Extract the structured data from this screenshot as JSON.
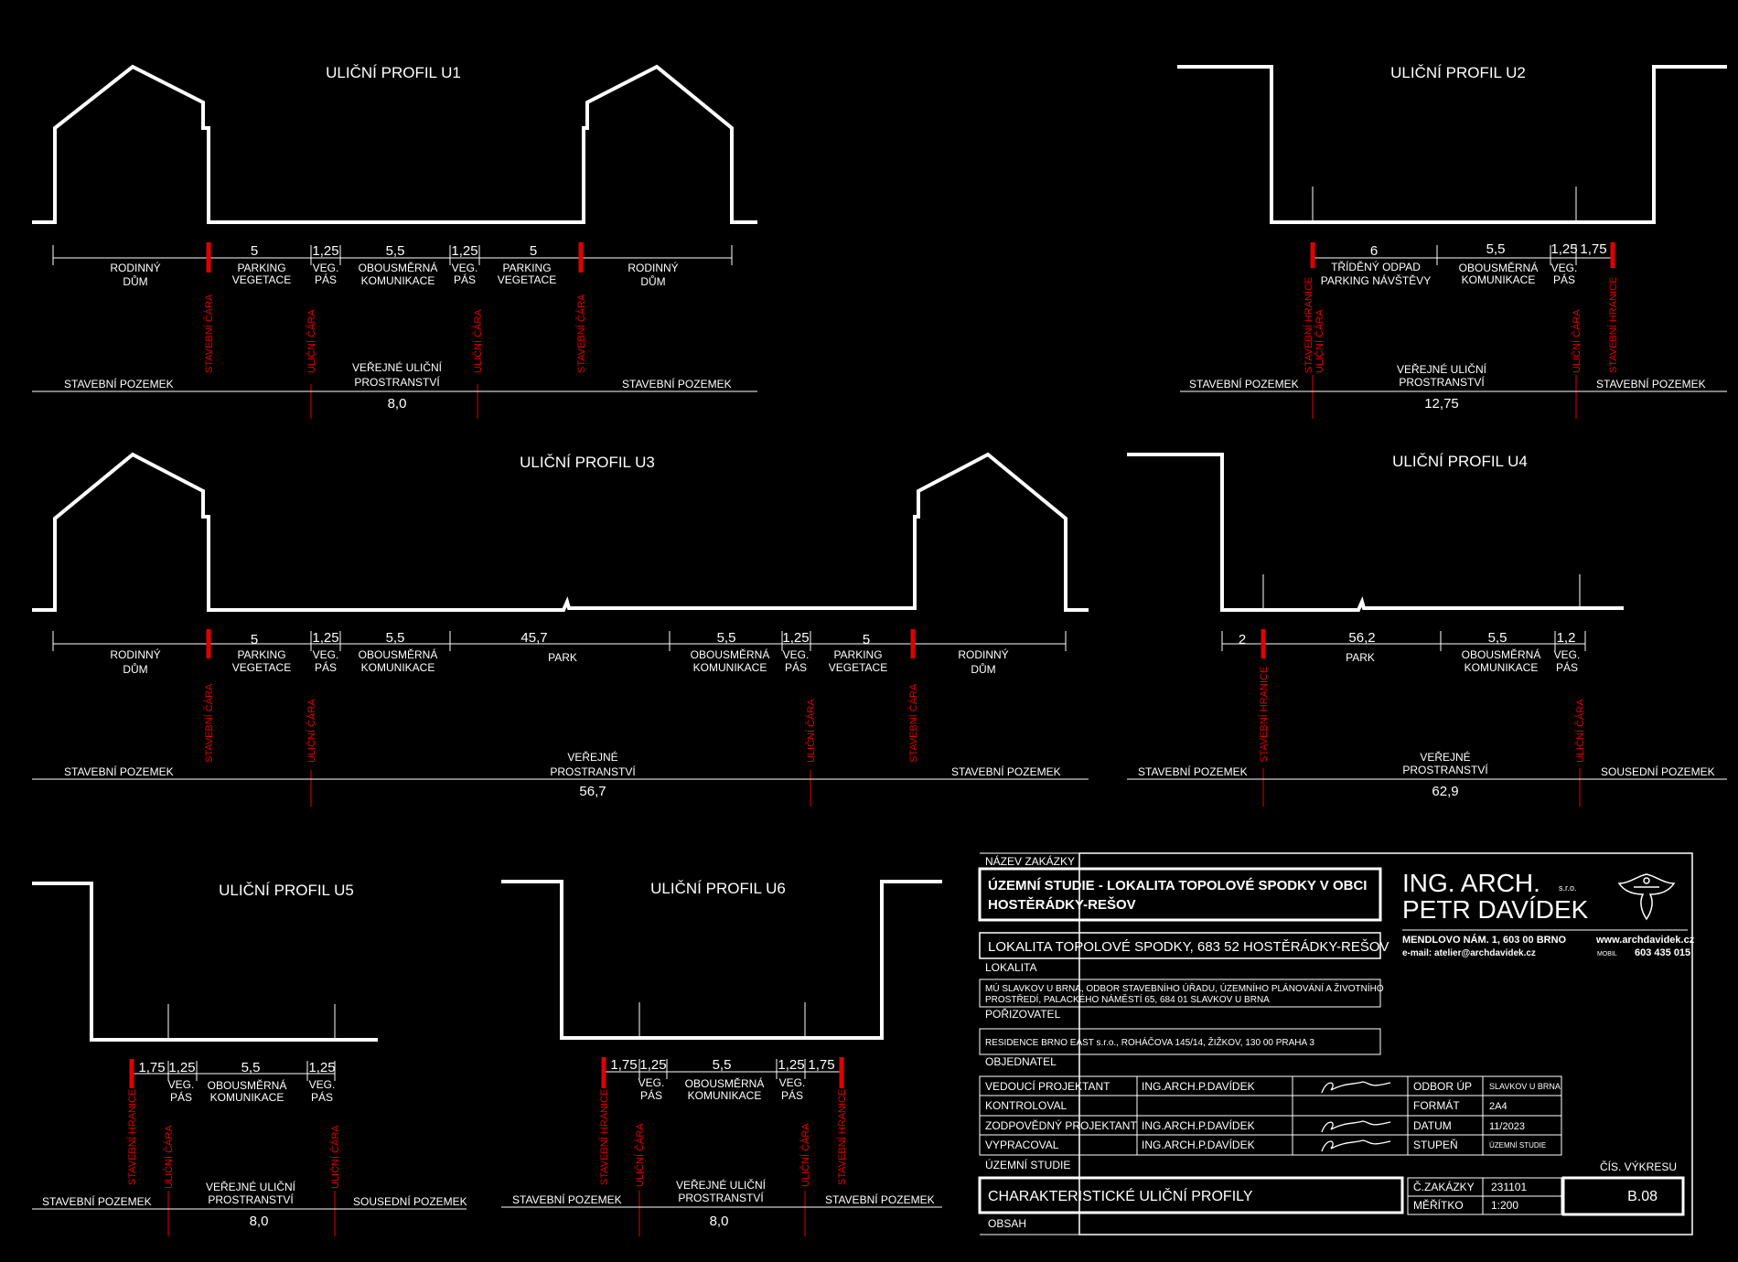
{
  "profiles": {
    "u1": {
      "title": "ULIČNÍ PROFIL U1",
      "dims": [
        "5",
        "1,25",
        "5,5",
        "1,25",
        "5"
      ],
      "zones": [
        [
          "RODINNÝ",
          "DŮM"
        ],
        [
          "PARKING",
          "VEGETACE"
        ],
        [
          "VEG.",
          "PÁS"
        ],
        [
          "OBOUSMĚRNÁ",
          "KOMUNIKACE"
        ],
        [
          "VEG.",
          "PÁS"
        ],
        [
          "PARKING",
          "VEGETACE"
        ],
        [
          "RODINNÝ",
          "DŮM"
        ]
      ],
      "lines": [
        "STAVEBNÍ ČÁRA",
        "ULIČNÍ ČÁRA",
        "ULIČNÍ ČÁRA",
        "STAVEBNÍ ČÁRA"
      ],
      "bottom": {
        "left": "STAVEBNÍ POZEMEK",
        "middle": [
          "VEŘEJNÉ ULIČNÍ",
          "PROSTRANSTVÍ"
        ],
        "right": "STAVEBNÍ POZEMEK",
        "value": "8,0"
      }
    },
    "u2": {
      "title": "ULIČNÍ PROFIL U2",
      "dims": [
        "6",
        "5,5",
        "1,25",
        "1,75"
      ],
      "zones": [
        [
          "TŘÍDĚNÝ ODPAD",
          "PARKING NÁVŠTĚVY"
        ],
        [
          "OBOUSMĚRNÁ",
          "KOMUNIKACE"
        ],
        [
          "VEG.",
          "PÁS"
        ]
      ],
      "lines": [
        [
          "STAVEBNÍ HRANICE",
          "ULIČNÍ ČÁRA"
        ],
        "ULIČNÍ ČÁRA",
        "STAVEBNÍ HRANICE"
      ],
      "bottom": {
        "left": "STAVEBNÍ POZEMEK",
        "middle": [
          "VEŘEJNÉ ULIČNÍ",
          "PROSTRANSTVÍ"
        ],
        "right": "STAVEBNÍ POZEMEK",
        "value": "12,75"
      }
    },
    "u3": {
      "title": "ULIČNÍ PROFIL U3",
      "dims": [
        "5",
        "1,25",
        "5,5",
        "45,7",
        "5,5",
        "1,25",
        "5"
      ],
      "zones": [
        [
          "RODINNÝ",
          "DŮM"
        ],
        [
          "PARKING",
          "VEGETACE"
        ],
        [
          "VEG.",
          "PÁS"
        ],
        [
          "OBOUSMĚRNÁ",
          "KOMUNIKACE"
        ],
        [
          "PARK"
        ],
        [
          "OBOUSMĚRNÁ",
          "KOMUNIKACE"
        ],
        [
          "VEG.",
          "PÁS"
        ],
        [
          "PARKING",
          "VEGETACE"
        ],
        [
          "RODINNÝ",
          "DŮM"
        ]
      ],
      "lines": [
        "STAVEBNÍ ČÁRA",
        "ULIČNÍ ČÁRA",
        "ULIČNÍ ČÁRA",
        "STAVEBNÍ ČÁRA"
      ],
      "bottom": {
        "left": "STAVEBNÍ POZEMEK",
        "middle": [
          "VEŘEJNÉ",
          "PROSTRANSTVÍ"
        ],
        "right": "STAVEBNÍ POZEMEK",
        "value": "56,7"
      }
    },
    "u4": {
      "title": "ULIČNÍ PROFIL U4",
      "dims": [
        "2",
        "56,2",
        "5,5",
        "1,2"
      ],
      "zones": [
        [
          "PARK"
        ],
        [
          "OBOUSMĚRNÁ",
          "KOMUNIKACE"
        ],
        [
          "VEG.",
          "PÁS"
        ]
      ],
      "lines": [
        "STAVEBNÍ HRANICE",
        "ULIČNÍ ČÁRA"
      ],
      "bottom": {
        "left": "STAVEBNÍ POZEMEK",
        "middle": [
          "VEŘEJNÉ",
          "PROSTRANSTVÍ"
        ],
        "right": "SOUSEDNÍ POZEMEK",
        "value": "62,9"
      }
    },
    "u5": {
      "title": "ULIČNÍ PROFIL U5",
      "dims": [
        "1,75",
        "1,25",
        "5,5",
        "1,25"
      ],
      "zones": [
        [
          "VEG.",
          "PÁS"
        ],
        [
          "OBOUSMĚRNÁ",
          "KOMUNIKACE"
        ],
        [
          "VEG.",
          "PÁS"
        ]
      ],
      "lines": [
        "STAVEBNÍ HRANICE",
        "ULIČNÍ ČÁRA",
        "ULIČNÍ ČÁRA"
      ],
      "bottom": {
        "left": "STAVEBNÍ POZEMEK",
        "middle": [
          "VEŘEJNÉ ULIČNÍ",
          "PROSTRANSTVÍ"
        ],
        "right": "SOUSEDNÍ POZEMEK",
        "value": "8,0"
      }
    },
    "u6": {
      "title": "ULIČNÍ PROFIL U6",
      "dims": [
        "1,75",
        "1,25",
        "5,5",
        "1,25",
        "1,75"
      ],
      "zones": [
        [
          "VEG.",
          "PÁS"
        ],
        [
          "OBOUSMĚRNÁ",
          "KOMUNIKACE"
        ],
        [
          "VEG.",
          "PÁS"
        ]
      ],
      "lines": [
        "STAVEBNÍ HRANICE",
        "ULIČNÍ ČÁRA",
        "ULIČNÍ ČÁRA",
        "STAVEBNÍ HRANICE"
      ],
      "bottom": {
        "left": "STAVEBNÍ POZEMEK",
        "middle": [
          "VEŘEJNÉ ULIČNÍ",
          "PROSTRANSTVÍ"
        ],
        "right": "STAVEBNÍ POZEMEK",
        "value": "8,0"
      }
    }
  },
  "title_block": {
    "project_label": "NÁZEV ZAKÁZKY",
    "project_name": [
      "ÚZEMNÍ STUDIE - LOKALITA TOPOLOVÉ SPODKY V OBCI",
      "HOSTĚRÁDKY-REŠOV"
    ],
    "location": "LOKALITA TOPOLOVÉ SPODKY, 683 52 HOSTĚRÁDKY-REŠOV",
    "location_label": "LOKALITA",
    "procurer": [
      "MÚ SLAVKOV U BRNA, ODBOR STAVEBNÍHO ÚŘADU, ÚZEMNÍHO PLÁNOVÁNÍ A ŽIVOTNÍHO",
      "PROSTŘEDÍ, PALACKÉHO NÁMĚSTÍ 65, 684 01 SLAVKOV U BRNA"
    ],
    "procurer_label": "POŘIZOVATEL",
    "client": "RESIDENCE BRNO EAST s.r.o., ROHÁČOVA 145/14, ŽIŽKOV, 130 00 PRAHA 3",
    "client_label": "OBJEDNATEL",
    "firm": {
      "name1": "ING. ARCH.",
      "sro": "s.r.o.",
      "name2": "PETR DAVÍDEK",
      "address": "MENDLOVO NÁM. 1, 603 00 BRNO",
      "email": "e-mail: atelier@archdavidek.cz",
      "web": "www.archdavidek.cz",
      "mobil_label": "MOBIL",
      "mobil": "603 435 015"
    },
    "staff": [
      {
        "role": "VEDOUCÍ PROJEKTANT",
        "name": "ING.ARCH.P.DAVÍDEK",
        "signed": true
      },
      {
        "role": "KONTROLOVAL",
        "name": "",
        "signed": false
      },
      {
        "role": "ZODPOVĚDNÝ PROJEKTANT",
        "name": "ING.ARCH.P.DAVÍDEK",
        "signed": true
      },
      {
        "role": "VYPRACOVAL",
        "name": "ING.ARCH.P.DAVÍDEK",
        "signed": true
      }
    ],
    "info": [
      {
        "label": "ODBOR ÚP",
        "value": "SLAVKOV U BRNA"
      },
      {
        "label": "FORMÁT",
        "value": "2A4"
      },
      {
        "label": "DATUM",
        "value": "11/2023"
      },
      {
        "label": "STUPEŇ",
        "value": "ÚZEMNÍ STUDIE"
      }
    ],
    "stage_label": "ÚZEMNÍ STUDIE",
    "drawing_no_label": "ČÍS. VÝKRESU",
    "content": "CHARAKTERISTICKÉ ULIČNÍ PROFILY",
    "content_label": "OBSAH",
    "order_label": "Č.ZAKÁZKY",
    "order_value": "231101",
    "scale_label": "MĚŘÍTKO",
    "scale_value": "1:200",
    "drawing_no": "B.08"
  },
  "colors": {
    "line": "#ffffff",
    "accent": "#e00000",
    "background": "#000000"
  }
}
